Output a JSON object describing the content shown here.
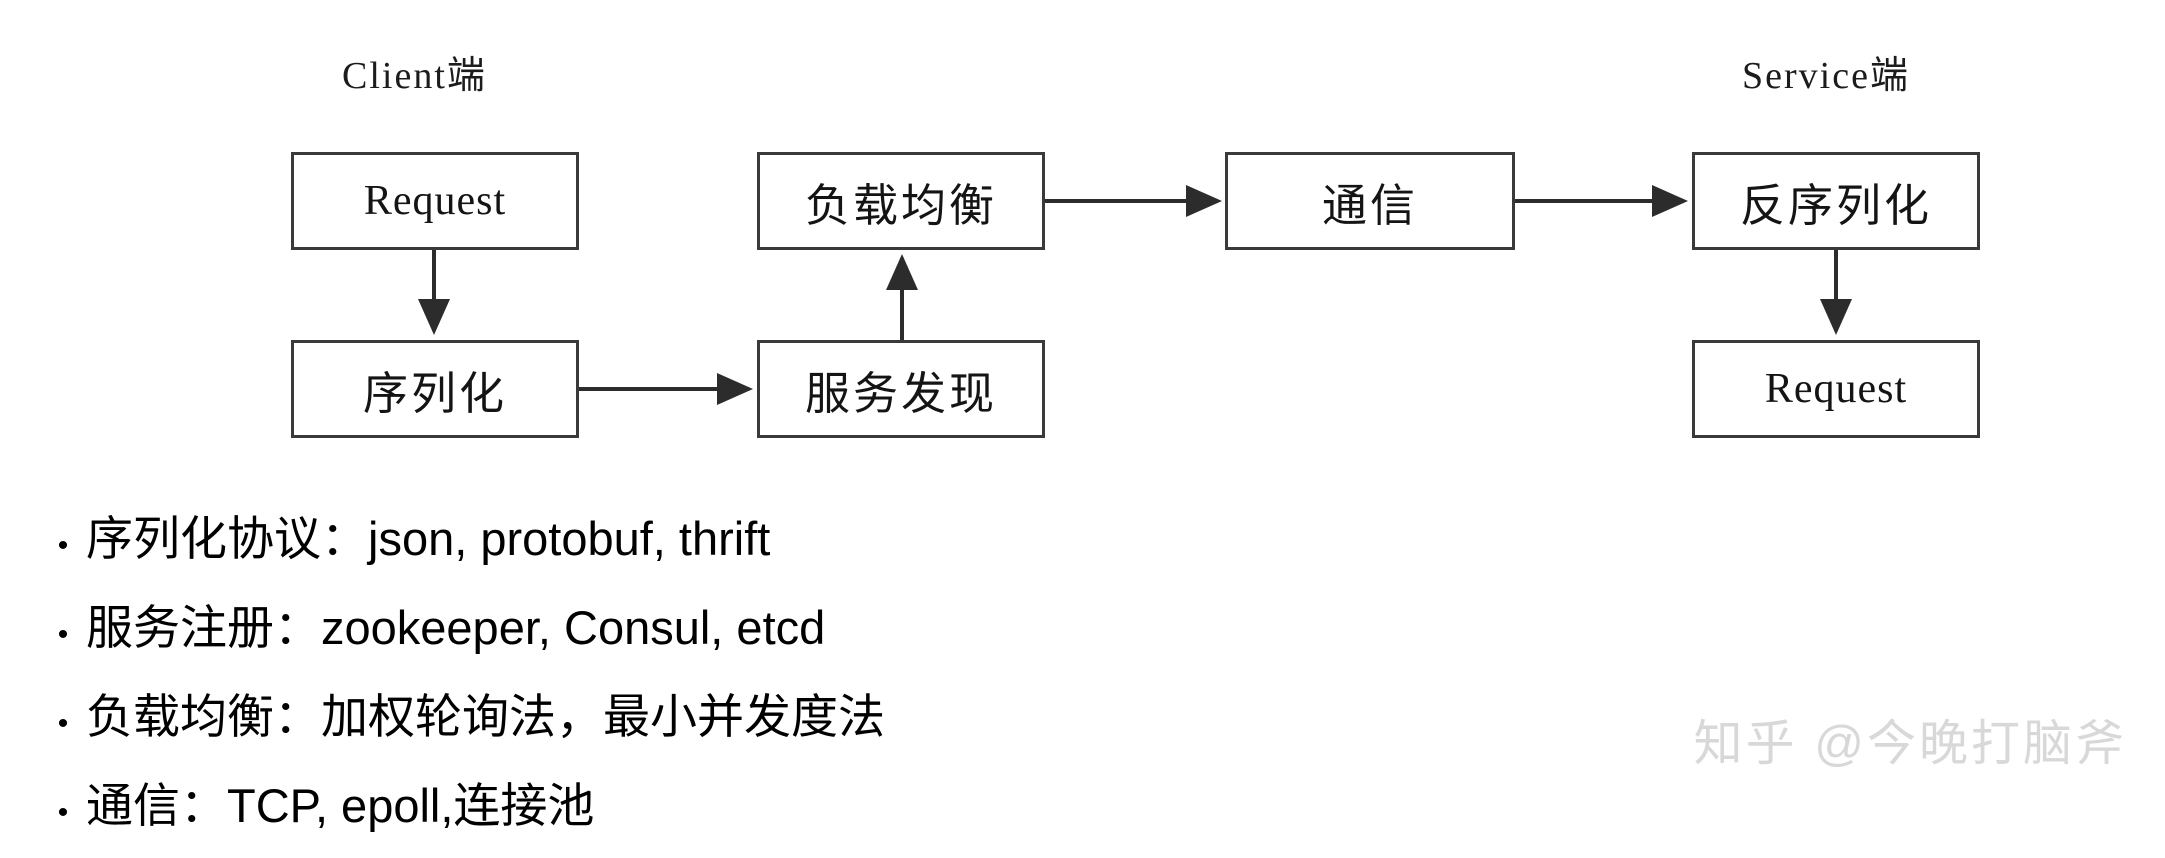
{
  "diagram": {
    "sections": [
      {
        "id": "client",
        "label": "Client端"
      },
      {
        "id": "service",
        "label": "Service端"
      }
    ],
    "nodes": [
      {
        "id": "client-request",
        "label": "Request",
        "script": "latin"
      },
      {
        "id": "serialize",
        "label": "序列化",
        "script": "cjk"
      },
      {
        "id": "service-discovery",
        "label": "服务发现",
        "script": "cjk"
      },
      {
        "id": "load-balance",
        "label": "负载均衡",
        "script": "cjk"
      },
      {
        "id": "communication",
        "label": "通信",
        "script": "cjk"
      },
      {
        "id": "deserialize",
        "label": "反序列化",
        "script": "cjk"
      },
      {
        "id": "service-request",
        "label": "Request",
        "script": "latin"
      }
    ],
    "edges": [
      {
        "from": "client-request",
        "to": "serialize",
        "direction": "down"
      },
      {
        "from": "serialize",
        "to": "service-discovery",
        "direction": "right"
      },
      {
        "from": "service-discovery",
        "to": "load-balance",
        "direction": "up"
      },
      {
        "from": "load-balance",
        "to": "communication",
        "direction": "right"
      },
      {
        "from": "communication",
        "to": "deserialize",
        "direction": "right"
      },
      {
        "from": "deserialize",
        "to": "service-request",
        "direction": "down"
      }
    ],
    "stroke_color": "#3a3a3a",
    "text_color": "#141414"
  },
  "bullets": [
    {
      "marker": "•",
      "text": "序列化协议：json, protobuf, thrift"
    },
    {
      "marker": "•",
      "text": "服务注册：zookeeper, Consul, etcd"
    },
    {
      "marker": "•",
      "text": "负载均衡：加权轮询法，最小并发度法"
    },
    {
      "marker": "•",
      "text": "通信：TCP, epoll,连接池"
    }
  ],
  "watermark": {
    "text": "知乎 @今晚打脑斧",
    "color": "#d8d8d8"
  }
}
